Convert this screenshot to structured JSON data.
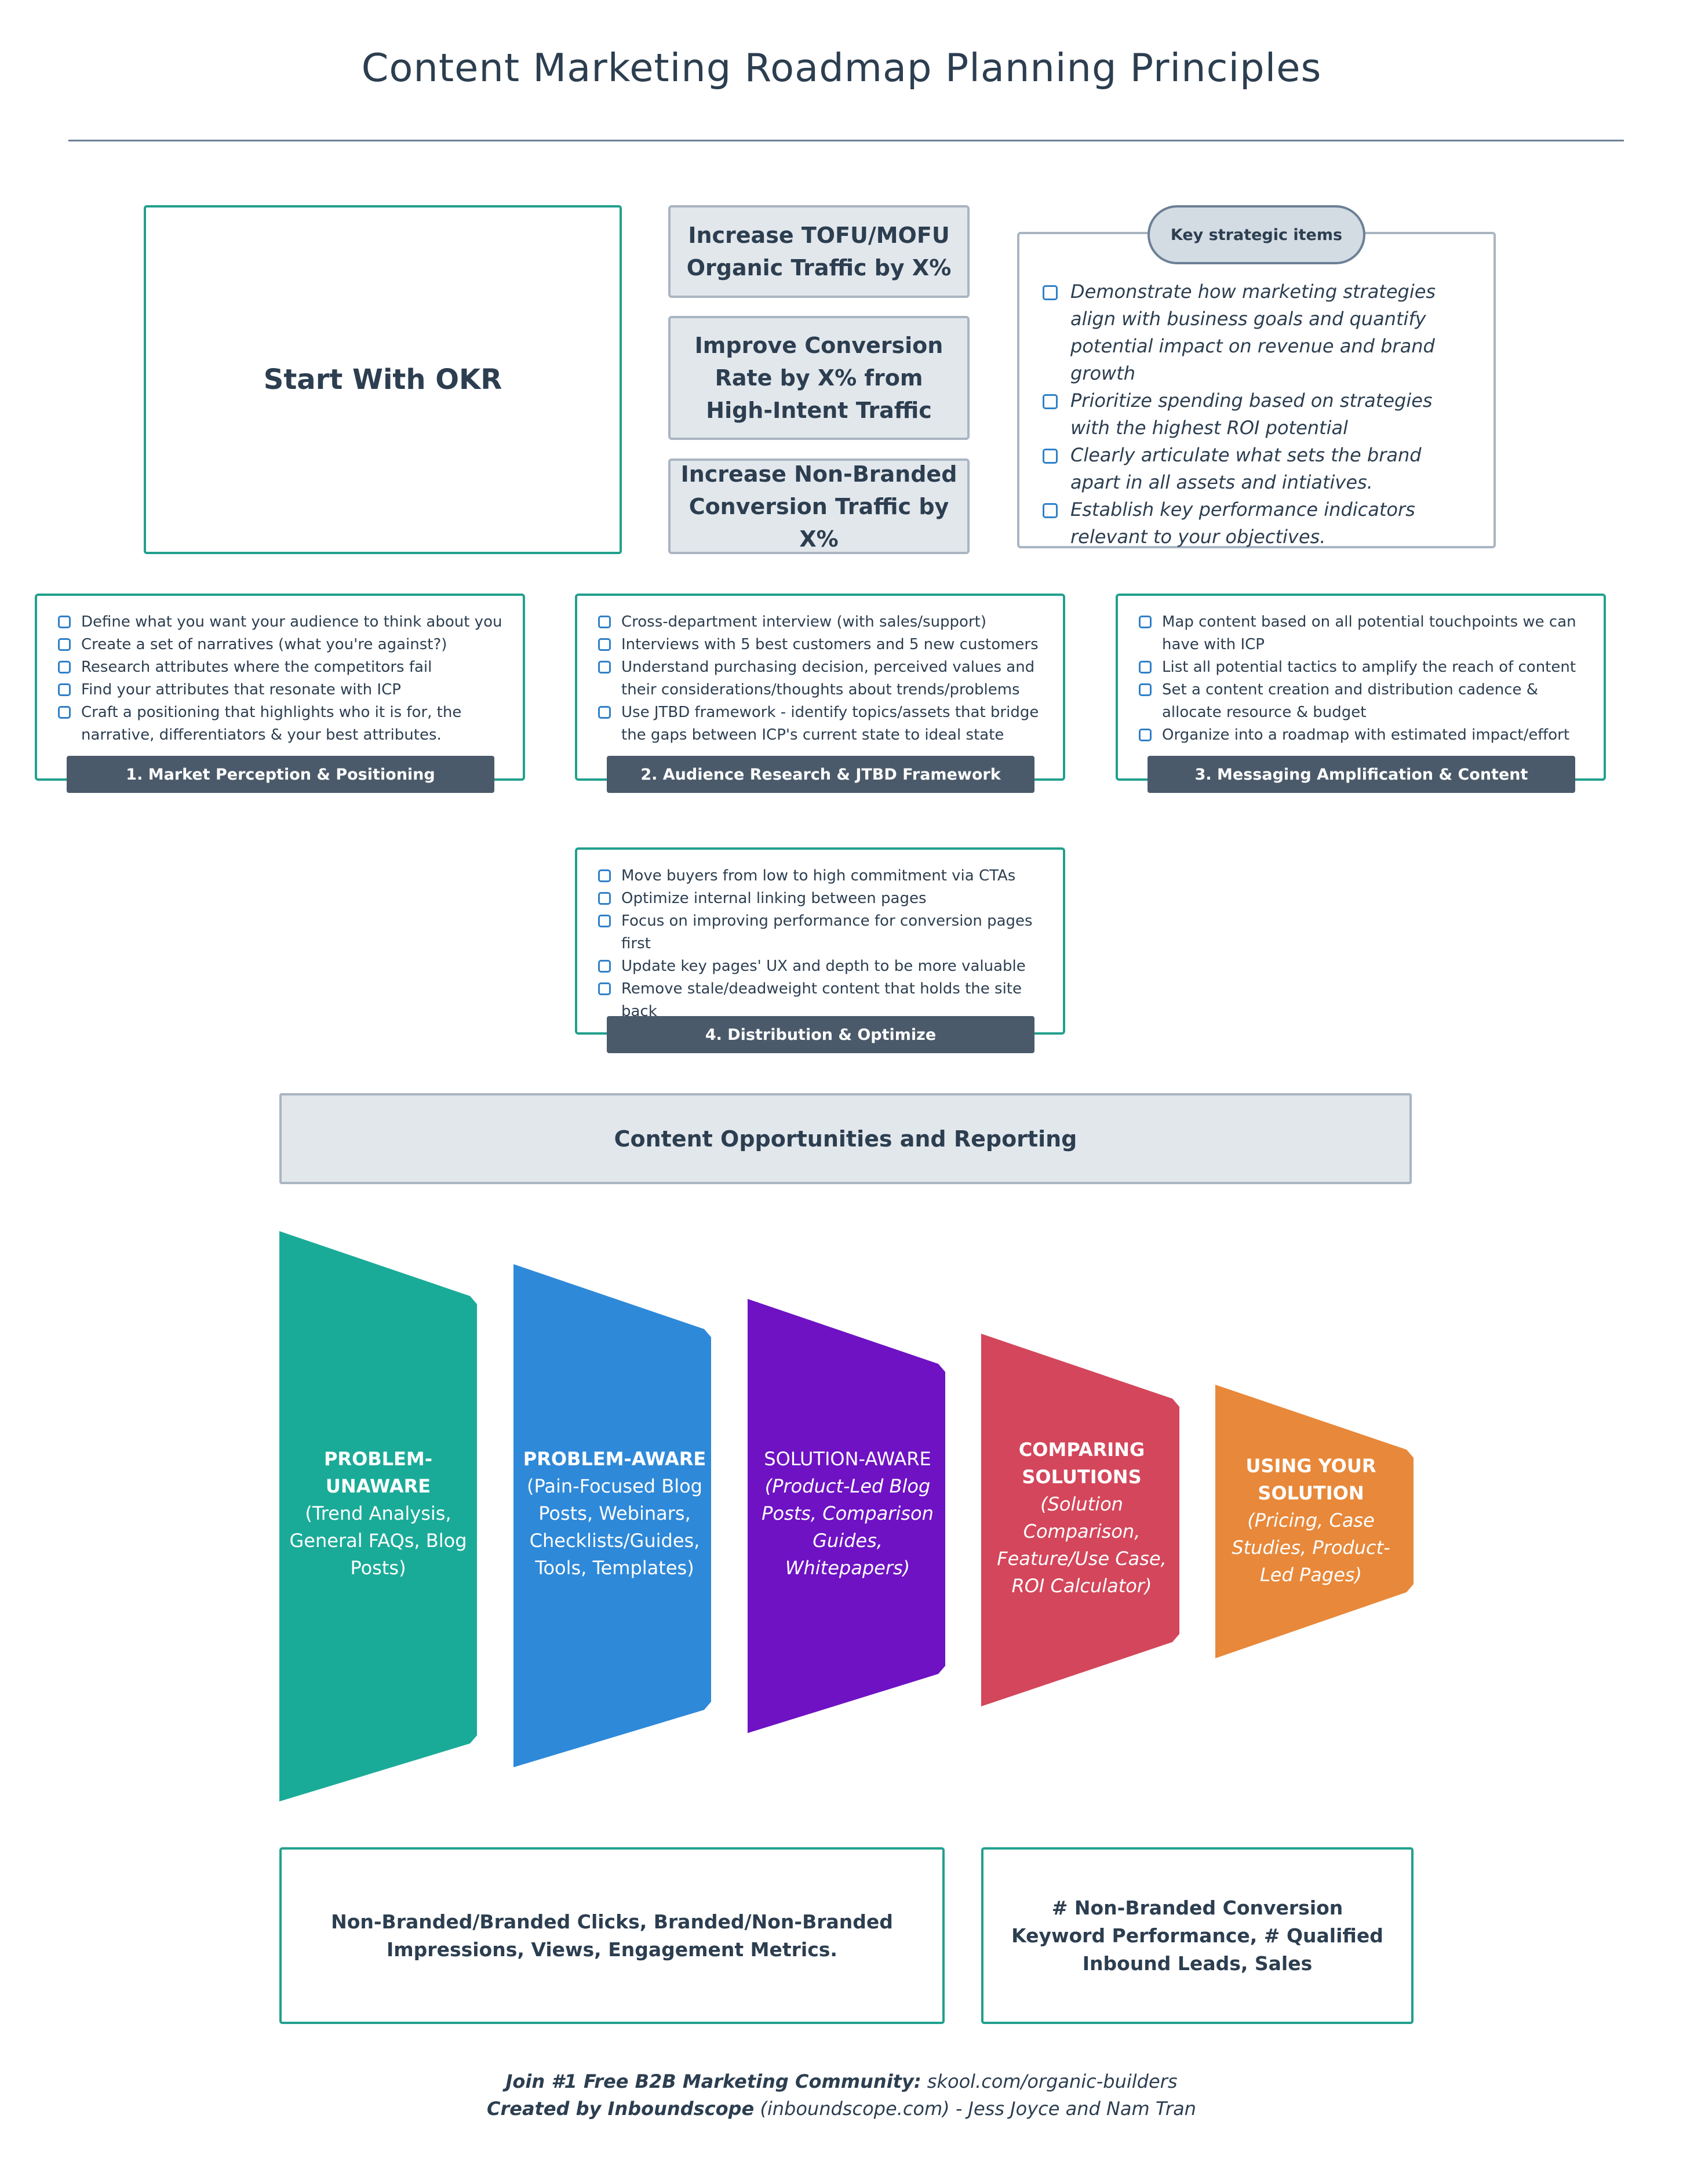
{
  "title": "Content Marketing Roadmap Planning Principles",
  "okr": {
    "label": "Start With OKR",
    "goals": [
      "Increase TOFU/MOFU Organic Traffic by X%",
      "Improve Conversion Rate by X% from High-Intent Traffic",
      "Increase Non-Branded Conversion Traffic by X%"
    ]
  },
  "key_strategic": {
    "label": "Key strategic items",
    "items": [
      "Demonstrate how marketing strategies align with business goals and quantify potential impact on revenue and brand growth",
      "Prioritize spending based on strategies with the highest ROI potential",
      "Clearly articulate what sets the brand apart in all assets and intiatives.",
      "Establish key performance indicators relevant to your objectives."
    ]
  },
  "sections": [
    {
      "label": "1. Market Perception & Positioning",
      "items": [
        "Define what you want your audience to think about you",
        "Create a set of narratives (what you're against?)",
        "Research attributes where the competitors fail",
        "Find your attributes that resonate with ICP",
        "Craft a positioning that highlights who it is for, the narrative, differentiators & your best attributes."
      ]
    },
    {
      "label": "2. Audience Research & JTBD Framework",
      "items": [
        "Cross-department interview (with sales/support)",
        "Interviews with 5 best customers and 5 new customers",
        "Understand purchasing decision, perceived values and their considerations/thoughts about trends/problems",
        "Use JTBD framework - identify topics/assets that bridge the gaps between ICP's current state to ideal state"
      ]
    },
    {
      "label": "3. Messaging Amplification & Content",
      "items": [
        "Map content based on all potential touchpoints we can have with ICP",
        "List all potential tactics to amplify the reach of content",
        "Set a content creation and distribution cadence & allocate resource & budget",
        "Organize into a roadmap with estimated impact/effort"
      ]
    },
    {
      "label": "4. Distribution & Optimize",
      "items": [
        "Move buyers from low to high commitment via CTAs",
        "Optimize internal linking between pages",
        "Focus on improving performance for conversion pages first",
        "Update key pages' UX and depth to be more valuable",
        "Remove stale/deadweight content that holds the site back"
      ]
    }
  ],
  "opportunities": {
    "label": "Content Opportunities and Reporting"
  },
  "funnel": [
    {
      "heading": "PROBLEM-UNAWARE",
      "detail": "(Trend Analysis, General FAQs, Blog Posts)",
      "color": "#1aab98"
    },
    {
      "heading": "PROBLEM-AWARE",
      "detail": "(Pain-Focused Blog Posts,  Webinars, Checklists/Guides, Tools, Templates)",
      "color": "#2e89d9"
    },
    {
      "heading": "SOLUTION-AWARE",
      "detail": "(Product-Led Blog Posts, Comparison Guides, Whitepapers)",
      "color": "#6e12c4"
    },
    {
      "heading": "COMPARING SOLUTIONS",
      "detail": "(Solution Comparison, Feature/Use Case, ROI Calculator)",
      "color": "#d4465b"
    },
    {
      "heading": "USING YOUR SOLUTION",
      "detail": "(Pricing, Case Studies, Product-Led Pages)",
      "color": "#e8883a"
    }
  ],
  "metrics": [
    "Non-Branded/Branded Clicks, Branded/Non-Branded Impressions, Views, Engagement Metrics.",
    "# Non-Branded Conversion Keyword Performance, # Qualified Inbound Leads, Sales"
  ],
  "footer": {
    "line1_bold": "Join #1 Free B2B Marketing Community:",
    "line1_rest": " skool.com/organic-builders",
    "line2_bold": "Created by Inboundscope",
    "line2_rest": " (inboundscope.com) - Jess Joyce and Nam Tran"
  }
}
